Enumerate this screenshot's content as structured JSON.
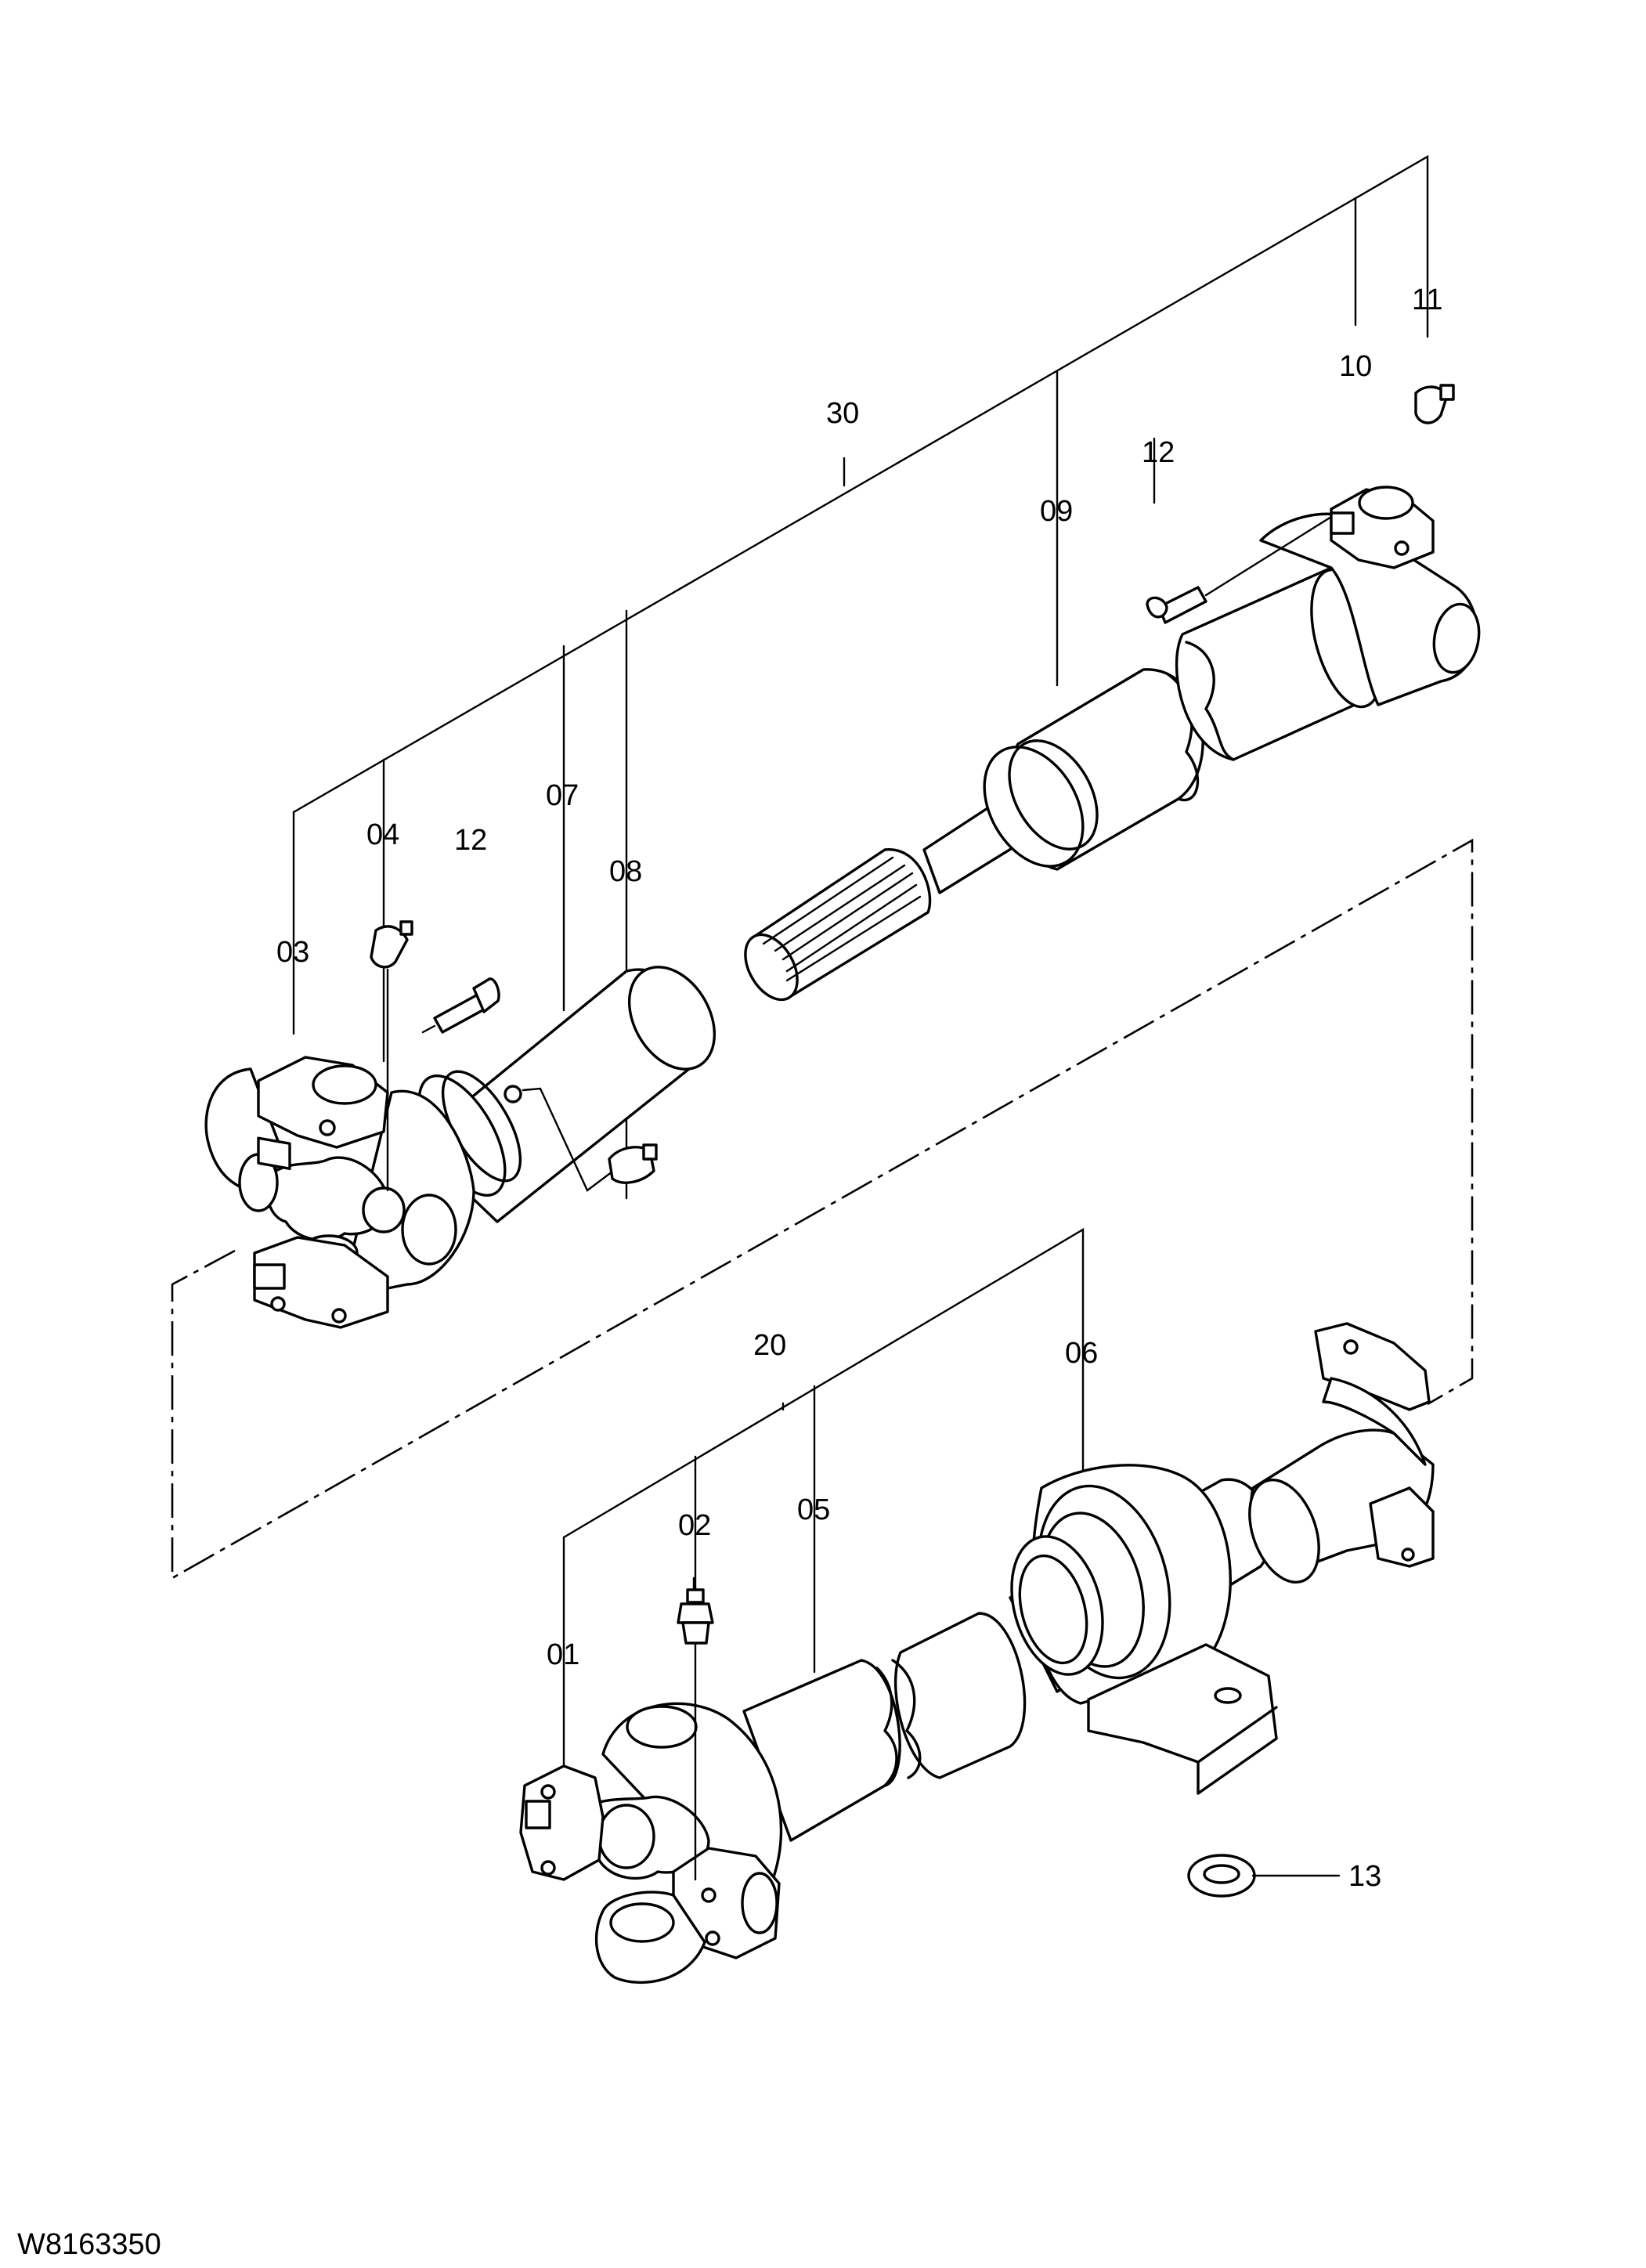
{
  "drawing_number": "W8163350",
  "callouts": {
    "c30": "30",
    "c09": "09",
    "c12a": "12",
    "c10": "10",
    "c11": "11",
    "c04": "04",
    "c12b": "12",
    "c07": "07",
    "c08": "08",
    "c03": "03",
    "c20": "20",
    "c06": "06",
    "c02": "02",
    "c05": "05",
    "c01": "01",
    "c13": "13"
  }
}
